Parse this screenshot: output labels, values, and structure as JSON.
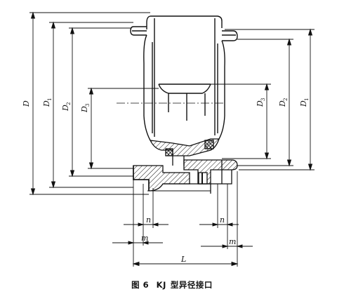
{
  "figure": {
    "number": "图 6",
    "model": "KJ",
    "title": "型异径接口"
  },
  "dimensions": {
    "D": "D",
    "D1_left": {
      "main": "D",
      "sub": "1"
    },
    "D2_left": {
      "main": "D",
      "sub": "2"
    },
    "D3_left": {
      "main": "D",
      "sub": "3"
    },
    "D3_right": {
      "main": "D",
      "sub": "3"
    },
    "D2_right": {
      "main": "D",
      "sub": "2"
    },
    "D1_right": {
      "main": "D",
      "sub": "1"
    },
    "n_left": "n",
    "m_left": "m",
    "n_right": "n",
    "m_right": "m",
    "L": "L"
  }
}
